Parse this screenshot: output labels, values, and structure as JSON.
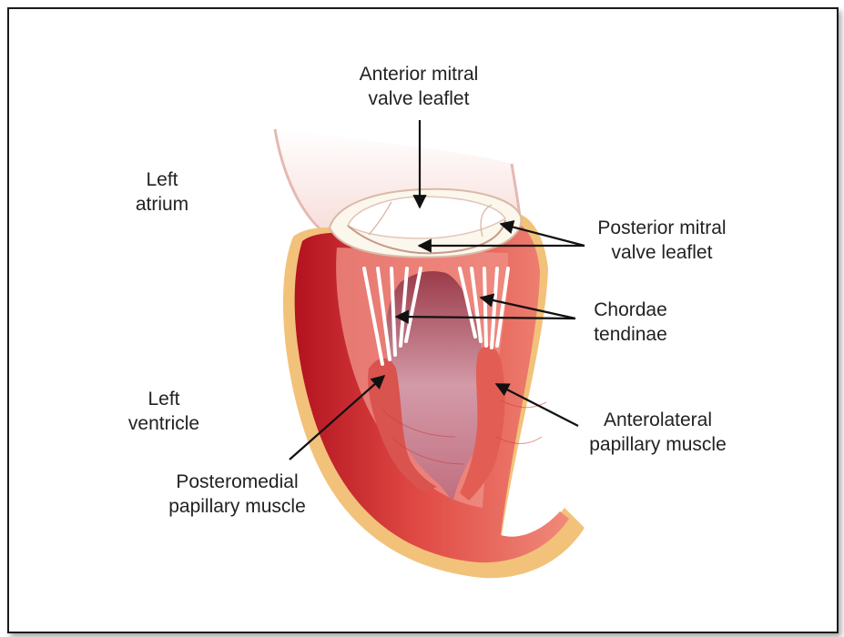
{
  "labels": {
    "anterior_mitral_valve_leaflet": [
      "Anterior mitral",
      "valve leaflet"
    ],
    "left_atrium": [
      "Left",
      "atrium"
    ],
    "posterior_mitral_valve_leaflet": [
      "Posterior mitral",
      "valve leaflet"
    ],
    "chordae_tendinae": [
      "Chordae",
      "tendinae"
    ],
    "left_ventricle": [
      "Left",
      "ventricle"
    ],
    "anterolateral_papillary_muscle": [
      "Anterolateral",
      "papillary muscle"
    ],
    "posteromedial_papillary_muscle": [
      "Posteromedial",
      "papillary muscle"
    ]
  },
  "colors": {
    "frame_border": "#1a1a1a",
    "myocardium_dark": "#c8202e",
    "myocardium_light": "#e8796a",
    "outer_wall": "#f2c27a",
    "valve_leaflet": "#fbf7ec",
    "chordae": "#ffffff",
    "arrow": "#111111"
  }
}
